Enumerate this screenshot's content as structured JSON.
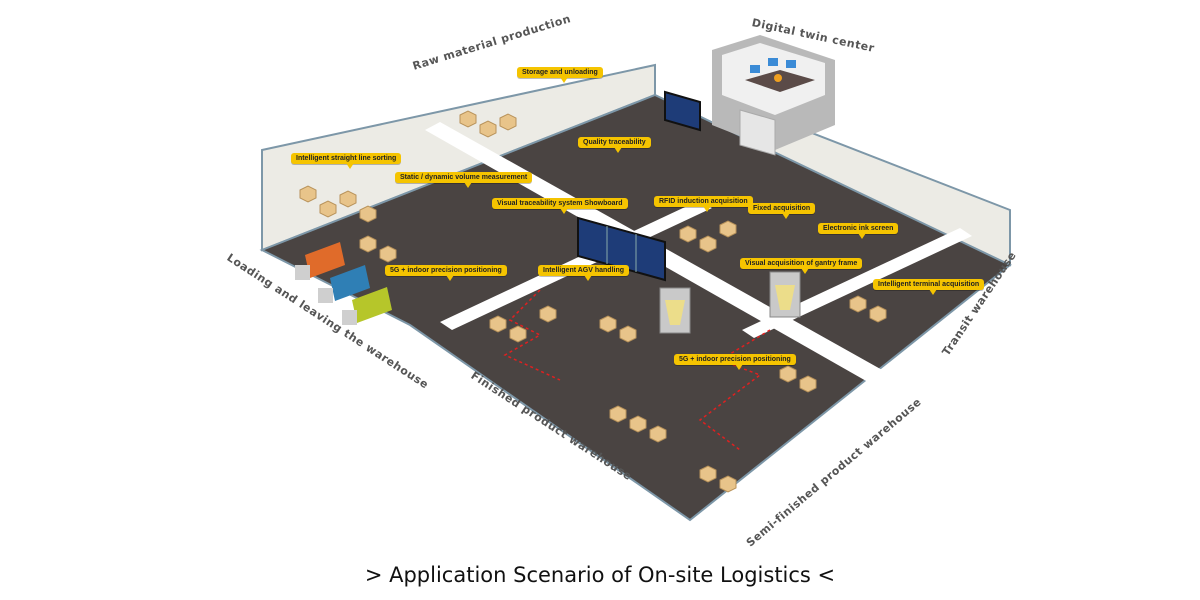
{
  "caption": "> Application Scenario of On-site Logistics <",
  "zones": {
    "raw_material": "Raw material production",
    "digital_twin": "Digital twin center",
    "loading": "Loading and leaving the warehouse",
    "finished": "Finished product warehouse",
    "semi_finished": "Semi-finished product warehouse",
    "transit": "Transit warehouse"
  },
  "callouts": {
    "storage_unloading": "Storage and unloading",
    "quality_traceability": "Quality traceability",
    "straight_line_sorting": "Intelligent straight line sorting",
    "volume_measurement": "Static / dynamic volume measurement",
    "visual_showboard": "Visual traceability system Showboard",
    "rfid": "RFID induction acquisition",
    "fixed_acquisition": "Fixed acquisition",
    "ink_screen": "Electronic ink screen",
    "gantry_frame": "Visual acquisition of gantry frame",
    "positioning_left": "5G + indoor precision positioning",
    "agv_handling": "Intelligent AGV handling",
    "terminal_acquisition": "Intelligent terminal acquisition",
    "positioning_bottom": "5G + indoor precision positioning"
  },
  "colors": {
    "floor": "#4a4442",
    "wall": "#ecebe5",
    "wall_edge": "#7d97a8",
    "road": "#ffffff",
    "callout": "#f5c400",
    "box": "#e8c48a",
    "truck_orange": "#e06b2a",
    "truck_blue": "#2f7fb5",
    "truck_green": "#b6c62a"
  }
}
